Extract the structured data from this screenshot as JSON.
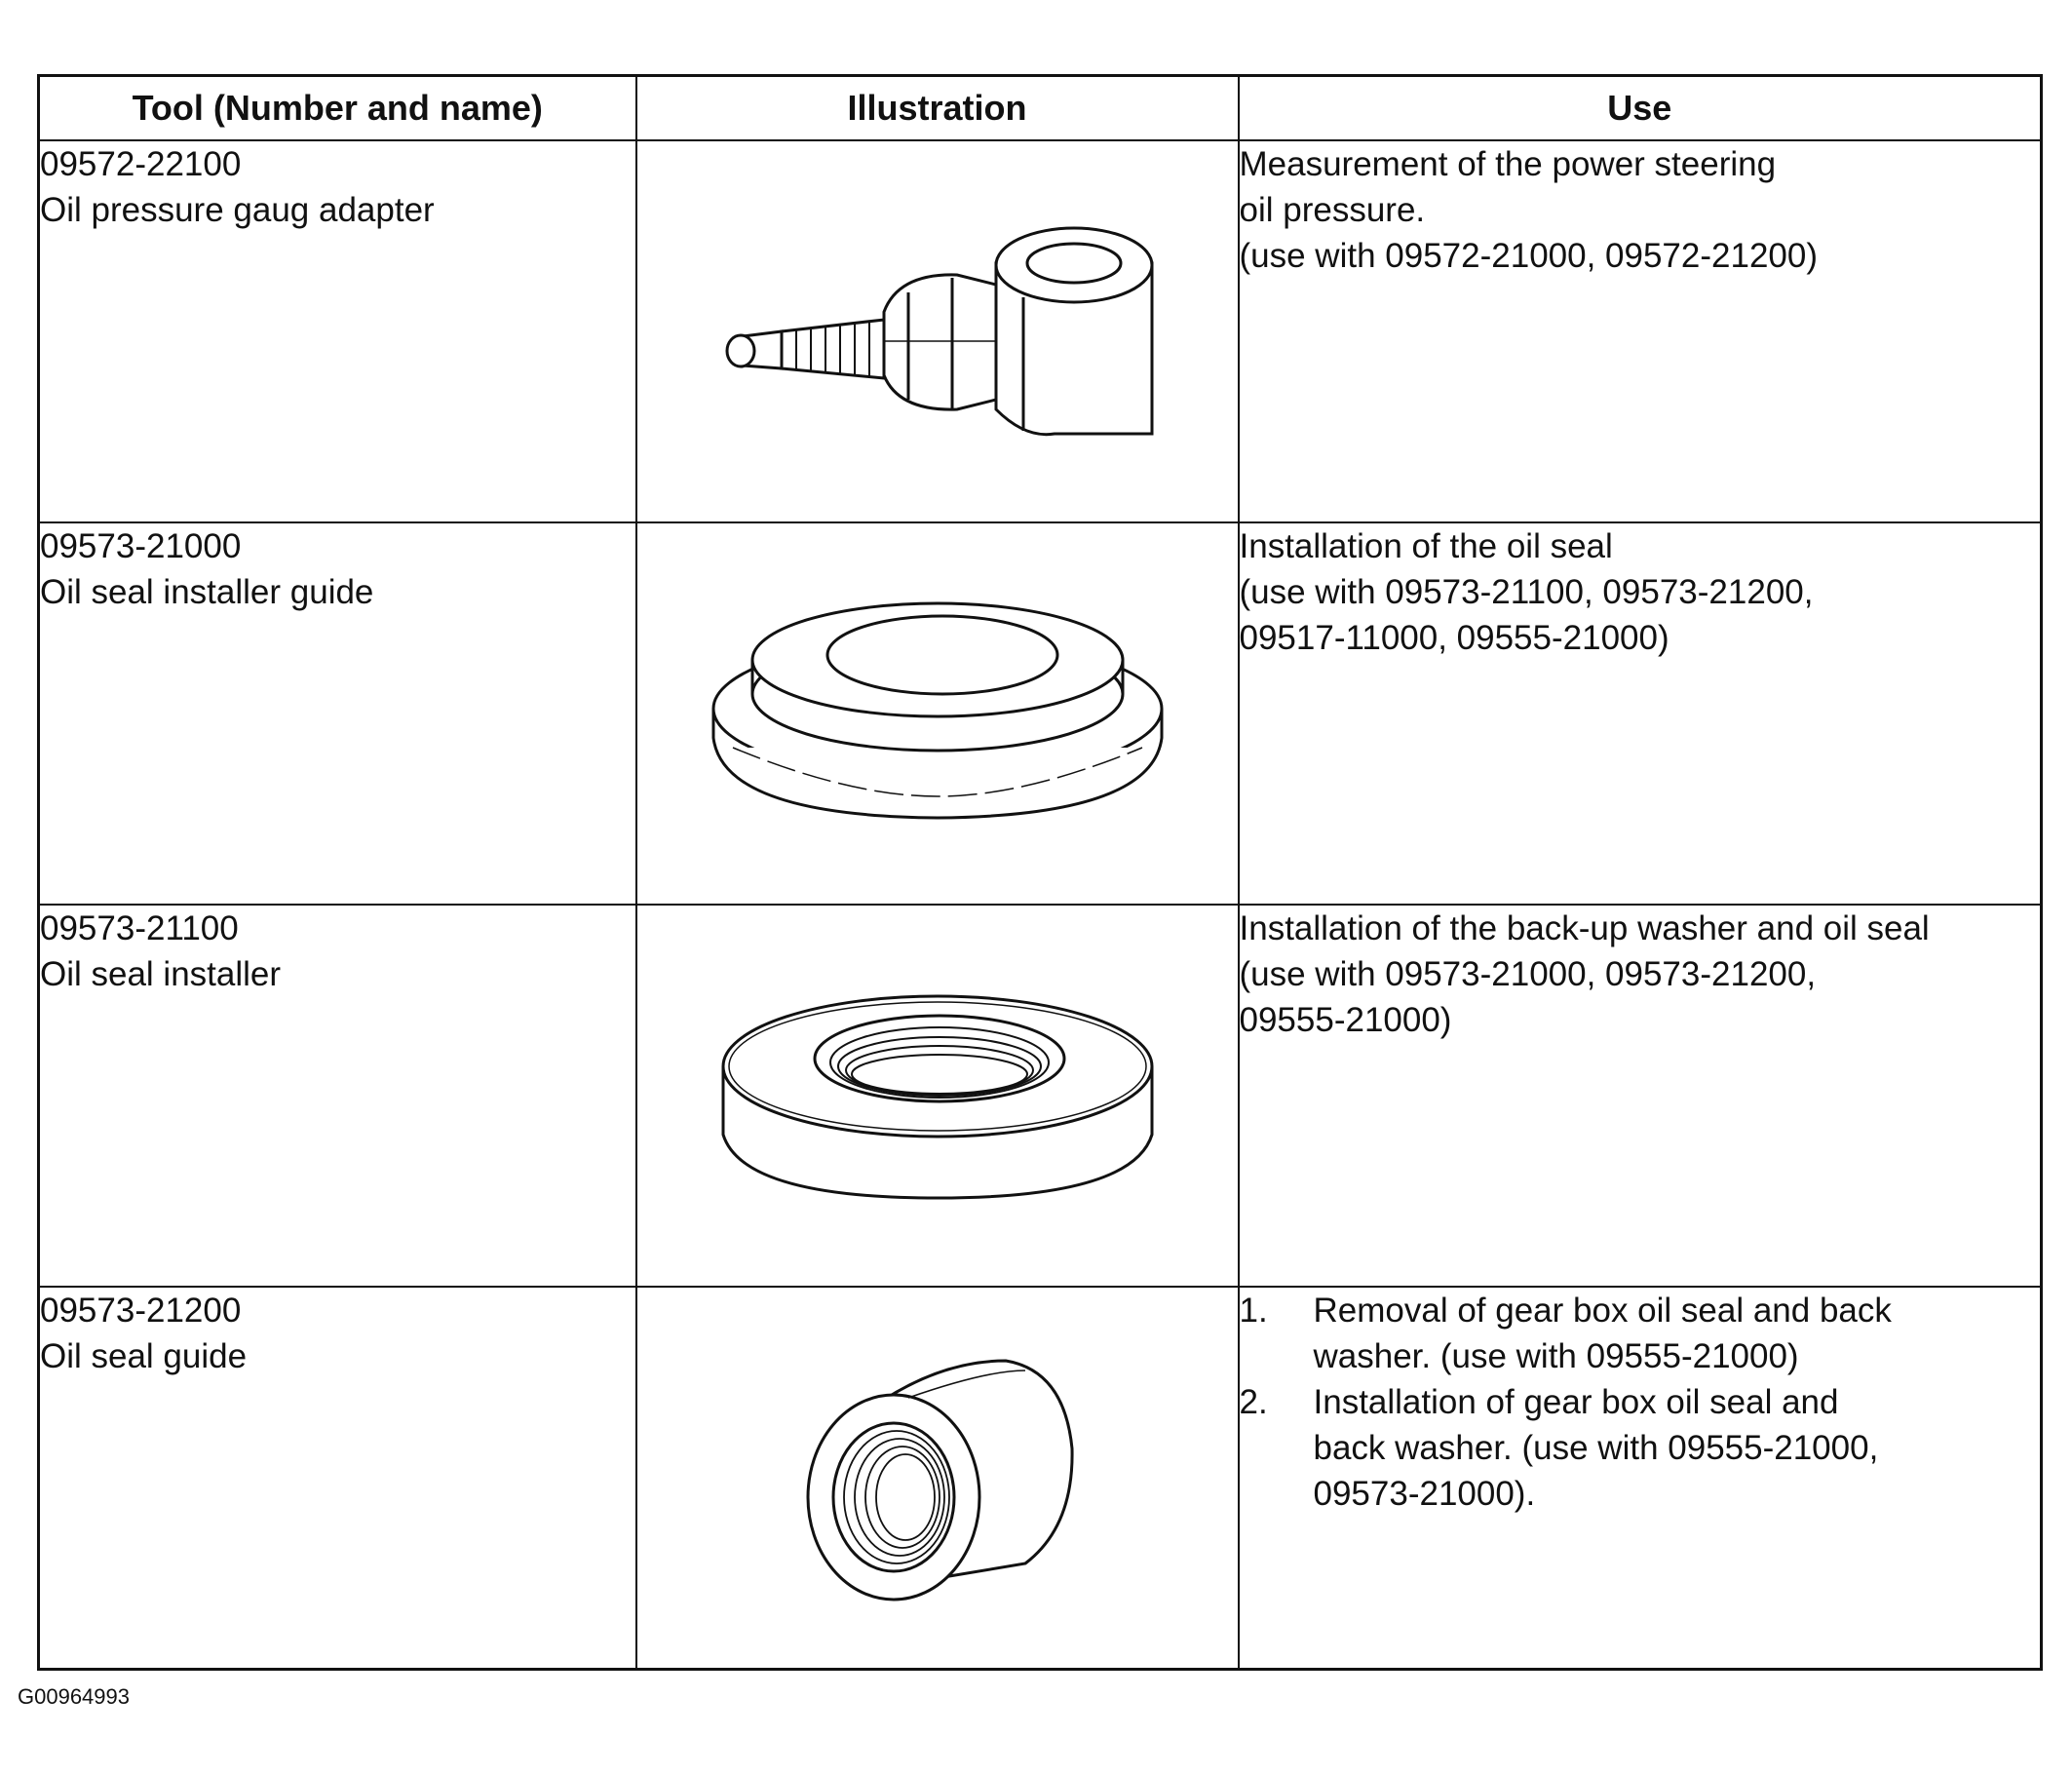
{
  "table": {
    "headers": {
      "tool": "Tool (Number and name)",
      "illustration": "Illustration",
      "use": "Use"
    },
    "rows": [
      {
        "number": "09572-22100",
        "name": "Oil pressure gaug adapter",
        "illustration_icon": "pressure-gauge-adapter-icon",
        "use_lines": [
          "Measurement of the power steering",
          "oil pressure.",
          "(use with 09572-21000, 09572-21200)"
        ]
      },
      {
        "number": "09573-21000",
        "name": "Oil seal installer guide",
        "illustration_icon": "seal-installer-guide-icon",
        "use_lines": [
          "Installation of the oil seal",
          "(use with 09573-21100, 09573-21200,",
          "09517-11000, 09555-21000)"
        ]
      },
      {
        "number": "09573-21100",
        "name": "Oil seal installer",
        "illustration_icon": "seal-installer-ring-icon",
        "use_lines": [
          "Installation of the back-up washer and oil seal",
          "(use with 09573-21000, 09573-21200,",
          "09555-21000)"
        ]
      },
      {
        "number": "09573-21200",
        "name": "Oil seal guide",
        "illustration_icon": "threaded-sleeve-icon",
        "use_list": [
          {
            "num": "1.",
            "lines": [
              "Removal of gear box oil seal and back",
              "washer.  (use with 09555-21000)"
            ]
          },
          {
            "num": "2.",
            "lines": [
              "Installation of gear box oil seal and",
              "back washer.  (use with 09555-21000,",
              "09573-21000)."
            ]
          }
        ]
      }
    ]
  },
  "figure_id": "G00964993"
}
